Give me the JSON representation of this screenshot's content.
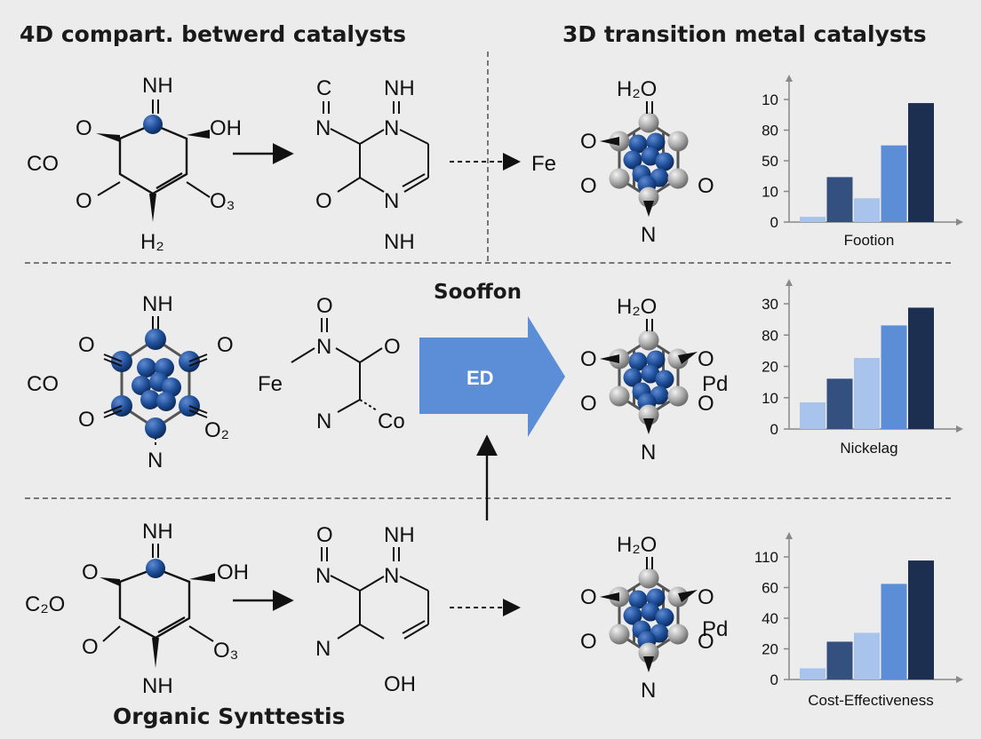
{
  "headings": {
    "left": "4D compart. betwerd catalysts",
    "right": "3D transition metal catalysts",
    "bottom": "Organic Synttestis",
    "center": "Sooffon"
  },
  "big_arrow_label": "ED",
  "colors": {
    "background": "#ececec",
    "metal_atom": "#1f4f9a",
    "ligand_atom": "#a9a9a9",
    "arrow_blue": "#5b8ed6",
    "bar_colors": [
      "#a9c4ec",
      "#34507f",
      "#a9c4ec",
      "#5b8ed6",
      "#1c2f50"
    ]
  },
  "row1": {
    "left_molecule": {
      "prefix": "CO",
      "top": "NH",
      "o_left_top": "O",
      "oh": "OH",
      "o_left_bottom": "O",
      "o3": "O₃",
      "bottom": "H₂"
    },
    "right_molecule": {
      "c": "C",
      "nh_top": "NH",
      "n_left": "N",
      "n_mid": "N",
      "o": "O",
      "n_low": "N",
      "nh_bottom": "NH"
    },
    "metal": "Fe",
    "complex": {
      "top": "H₂O",
      "o_tl": "O",
      "o_bl": "O",
      "o_br": "O",
      "bottom": "N"
    }
  },
  "row2": {
    "left_complex": {
      "prefix": "CO",
      "top": "NH",
      "o_tl": "O",
      "o_tr": "O",
      "o_bl": "O",
      "o2": "O₂",
      "bottom": "N"
    },
    "fragment": {
      "metal": "Fe",
      "o_top": "O",
      "n_top": "N",
      "o_right": "O",
      "n_bottom": "N",
      "co": "Co"
    },
    "complex": {
      "top": "H₂O",
      "o_tl": "O",
      "o_tr": "O",
      "o_bl": "O",
      "o_br": "O",
      "metal": "Pd",
      "bottom": "N"
    }
  },
  "row3": {
    "left_molecule": {
      "prefix": "C₂O",
      "top": "NH",
      "o_left_top": "O",
      "oh": "OH",
      "o_left_bottom": "O",
      "o3": "O₃",
      "bottom": "NH"
    },
    "right_molecule": {
      "o": "O",
      "nh_top": "NH",
      "n_left": "N",
      "n_mid": "N",
      "n_low": "N",
      "oh_bottom": "OH"
    },
    "complex": {
      "top": "H₂O",
      "o_tl": "O",
      "o_tr": "O",
      "o_bl": "O",
      "o_br": "O",
      "metal": "Pd",
      "bottom": "N"
    }
  },
  "chart_data": [
    {
      "type": "bar",
      "xlabel": "Footion",
      "y_tick_labels": [
        "0",
        "10",
        "50",
        "80",
        "10"
      ],
      "values": [
        4,
        34,
        18,
        58,
        90
      ]
    },
    {
      "type": "bar",
      "xlabel": "Nickelag",
      "y_tick_labels": [
        "0",
        "10",
        "20",
        "80",
        "30"
      ],
      "values": [
        9,
        17,
        24,
        35,
        41
      ]
    },
    {
      "type": "bar",
      "xlabel": "Cost-Effectiveness",
      "y_tick_labels": [
        "0",
        "20",
        "40",
        "60",
        "110"
      ],
      "values": [
        10,
        34,
        42,
        86,
        107
      ]
    }
  ]
}
